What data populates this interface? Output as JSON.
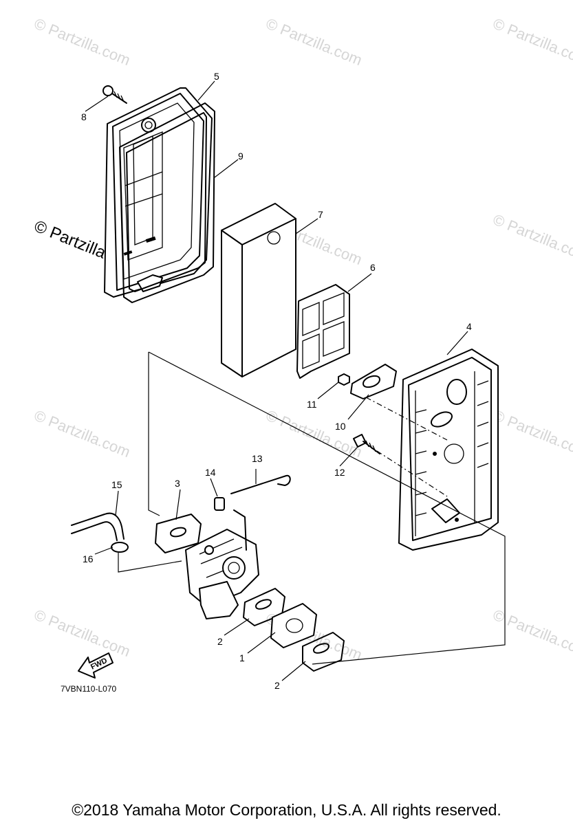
{
  "diagram": {
    "drawing_code": "7VBN110-L070",
    "fwd_label": "FWD",
    "watermark": "© Partzilla.com",
    "watermark_prominent": "© Partzilla.com",
    "callouts": {
      "c1": "1",
      "c2a": "2",
      "c2b": "2",
      "c3": "3",
      "c4": "4",
      "c5": "5",
      "c6": "6",
      "c7": "7",
      "c8": "8",
      "c9": "9",
      "c10": "10",
      "c11": "11",
      "c12": "12",
      "c13": "13",
      "c14": "14",
      "c15": "15",
      "c16": "16"
    }
  },
  "footer": {
    "copyright": "©2018  Yamaha Motor Corporation, U.S.A. All rights reserved."
  }
}
